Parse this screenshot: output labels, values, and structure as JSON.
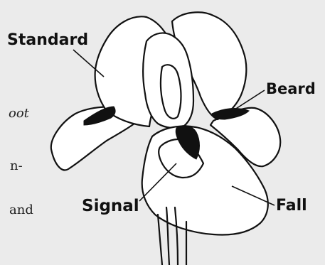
{
  "diagram": {
    "labels": {
      "standard": "Standard",
      "beard": "Beard",
      "signal": "Signal",
      "fall": "Fall"
    },
    "background_text": {
      "t1": "oot",
      "t2": "n-",
      "t3": "and"
    },
    "colors": {
      "background": "#ebebeb",
      "line": "#111111",
      "fill": "#ffffff"
    }
  }
}
